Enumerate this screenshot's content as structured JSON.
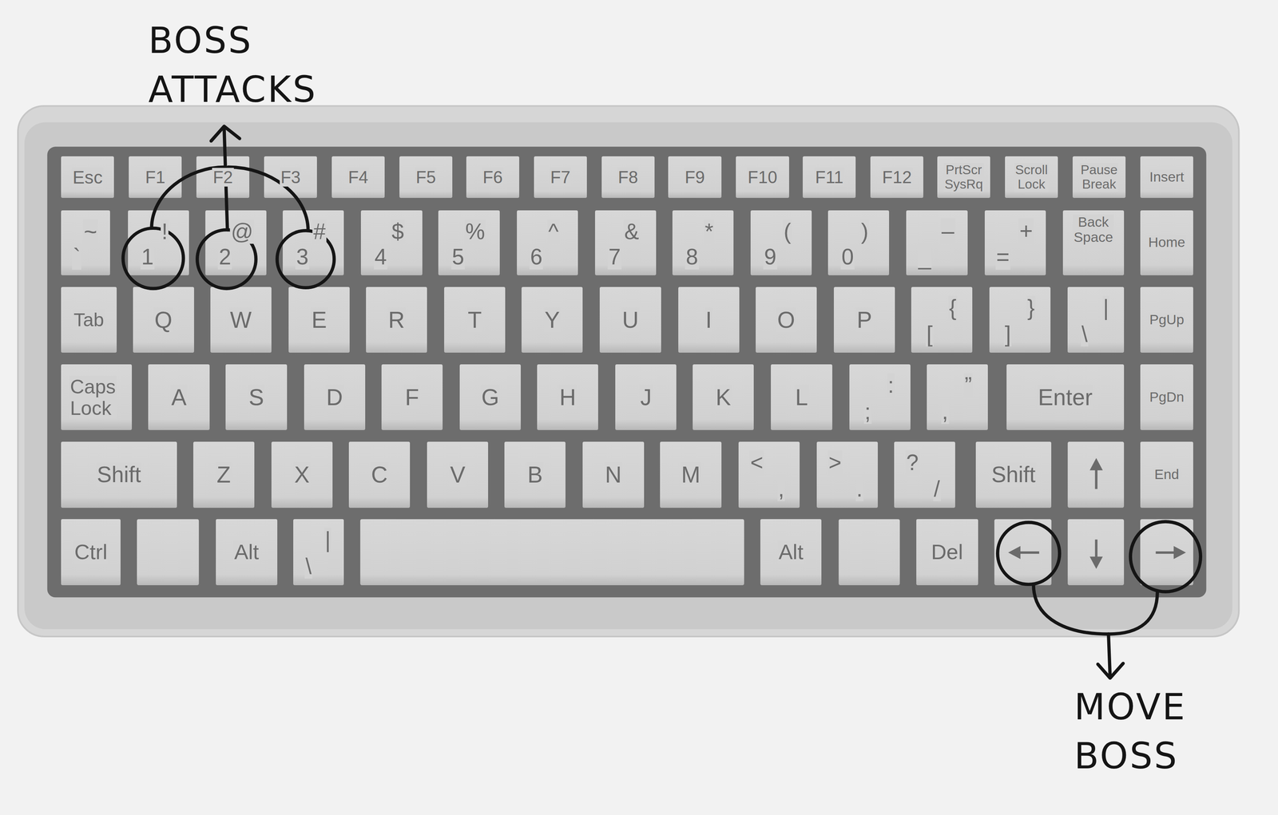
{
  "diagram": {
    "nodes": [
      {
        "text": [
          "Esc"
        ]
      },
      {
        "text": [
          "F1"
        ]
      },
      {
        "text": [
          "F2"
        ]
      },
      {
        "text": [
          "F3"
        ]
      },
      {
        "text": [
          "F4"
        ]
      },
      {
        "text": [
          "F5"
        ]
      },
      {
        "text": [
          "F6"
        ]
      },
      {
        "text": [
          "F7"
        ]
      },
      {
        "text": [
          "F8"
        ]
      },
      {
        "text": [
          "F9"
        ]
      },
      {
        "text": [
          "F10"
        ]
      },
      {
        "text": [
          "F11"
        ]
      },
      {
        "text": [
          "F12"
        ]
      },
      {
        "text": [
          "PrtScr SysRq"
        ]
      },
      {
        "text": [
          "Scroll Lock"
        ]
      },
      {
        "text": [
          "Pause Break"
        ]
      },
      {
        "text": [
          "Insert"
        ]
      },
      {
        "text": [
          "~",
          "`"
        ]
      },
      {
        "text": [
          "!",
          "1"
        ]
      },
      {
        "text": [
          "@",
          "2"
        ]
      },
      {
        "text": [
          "#",
          "3"
        ]
      },
      {
        "text": [
          "$",
          "4"
        ]
      },
      {
        "text": [
          "%",
          "5"
        ]
      },
      {
        "text": [
          "^",
          "6"
        ]
      },
      {
        "text": [
          "&",
          "7"
        ]
      },
      {
        "text": [
          "*",
          "8"
        ]
      },
      {
        "text": [
          "(",
          "9"
        ]
      },
      {
        "text": [
          ")",
          "0"
        ]
      },
      {
        "text": [
          "–",
          "_"
        ]
      },
      {
        "text": [
          "+",
          "="
        ]
      },
      {
        "text": [
          "Back Space"
        ]
      },
      {
        "text": [
          "Home"
        ]
      },
      {
        "text": [
          "Tab"
        ]
      },
      {
        "text": [
          "Q"
        ]
      },
      {
        "text": [
          "W"
        ]
      },
      {
        "text": [
          "E"
        ]
      },
      {
        "text": [
          "R"
        ]
      },
      {
        "text": [
          "T"
        ]
      },
      {
        "text": [
          "Y"
        ]
      },
      {
        "text": [
          "U"
        ]
      },
      {
        "text": [
          "I"
        ]
      },
      {
        "text": [
          "O"
        ]
      },
      {
        "text": [
          "P"
        ]
      },
      {
        "text": [
          "{",
          "["
        ]
      },
      {
        "text": [
          "}",
          "]"
        ]
      },
      {
        "text": [
          "|",
          "\\"
        ]
      },
      {
        "text": [
          "PgUp"
        ]
      },
      {
        "text": [
          "Caps Lock"
        ]
      },
      {
        "text": [
          "A"
        ]
      },
      {
        "text": [
          "S"
        ]
      },
      {
        "text": [
          "D"
        ]
      },
      {
        "text": [
          "F"
        ]
      },
      {
        "text": [
          "G"
        ]
      },
      {
        "text": [
          "H"
        ]
      },
      {
        "text": [
          "J"
        ]
      },
      {
        "text": [
          "K"
        ]
      },
      {
        "text": [
          "L"
        ]
      },
      {
        "text": [
          ":",
          ";"
        ]
      },
      {
        "text": [
          "”",
          ","
        ]
      },
      {
        "text": [
          "Enter"
        ]
      },
      {
        "text": [
          "PgDn"
        ]
      },
      {
        "text": [
          "Shift"
        ]
      },
      {
        "text": [
          "Z"
        ]
      },
      {
        "text": [
          "X"
        ]
      },
      {
        "text": [
          "C"
        ]
      },
      {
        "text": [
          "V"
        ]
      },
      {
        "text": [
          "B"
        ]
      },
      {
        "text": [
          "N"
        ]
      },
      {
        "text": [
          "M"
        ]
      },
      {
        "text": [
          "<",
          ","
        ]
      },
      {
        "text": [
          ">",
          "."
        ]
      },
      {
        "text": [
          "?",
          "/"
        ]
      },
      {
        "text": [
          "Shift"
        ]
      },
      {
        "text": [
          "End"
        ]
      },
      {
        "text": [
          "Ctrl"
        ]
      },
      {
        "text": [
          "Alt"
        ]
      },
      {
        "text": [
          "|",
          "\\"
        ]
      },
      {
        "text": [
          "Alt"
        ]
      },
      {
        "text": [
          "Del"
        ]
      }
    ],
    "labels": [
      "BOSS ATTACKS",
      "MOVE BOSS"
    ]
  }
}
